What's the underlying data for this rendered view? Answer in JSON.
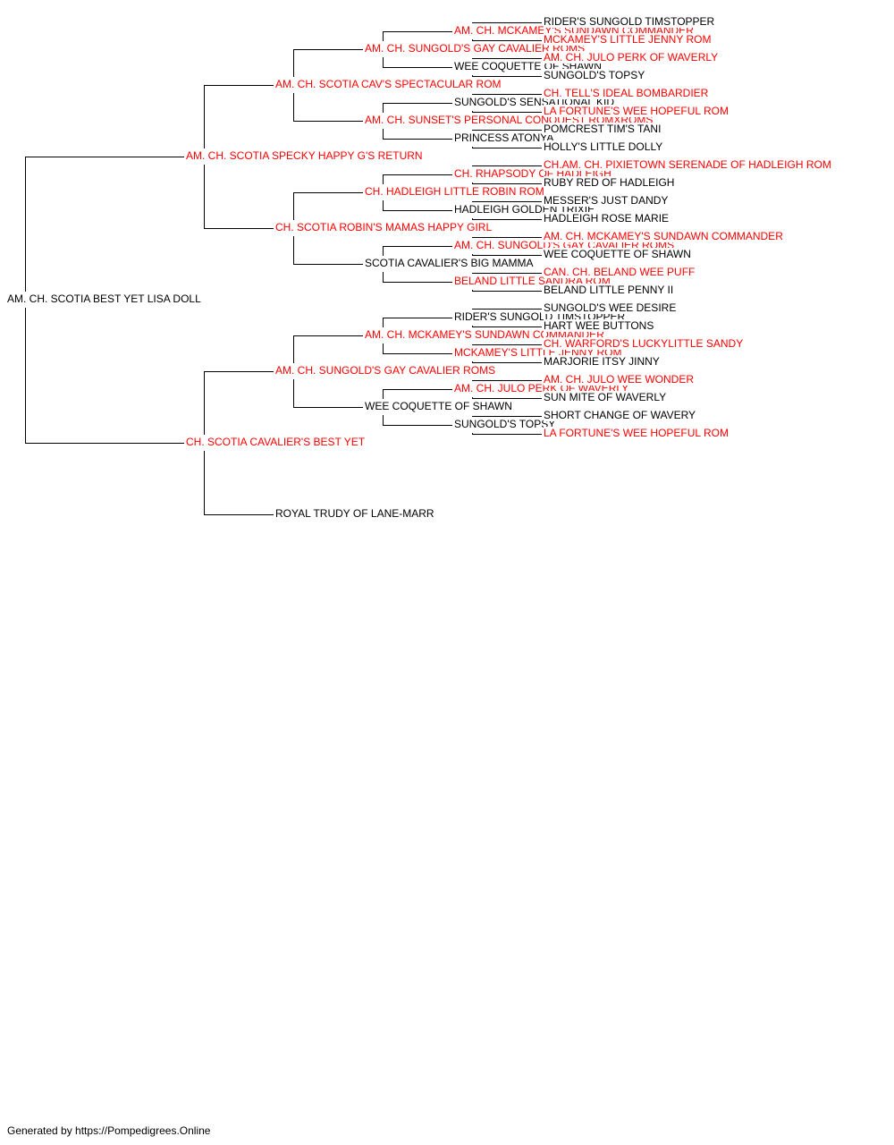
{
  "colors": {
    "champion": "#ff0000",
    "regular": "#000000",
    "line": "#000000"
  },
  "pedigree": {
    "subject": {
      "name": "AM. CH. SCOTIA BEST YET LISA DOLL",
      "champion": false
    },
    "sire": {
      "name": "AM. CH. SCOTIA SPECKY HAPPY G'S RETURN",
      "champion": true,
      "sire": {
        "name": "AM. CH. SCOTIA CAV'S SPECTACULAR ROM",
        "champion": true,
        "sire": {
          "name": "AM. CH. SUNGOLD'S GAY CAVALIER ROMS",
          "champion": true,
          "sire": {
            "name": "AM. CH. MCKAMEY'S SUNDAWN COMMANDER",
            "champion": true,
            "sire": {
              "name": "RIDER'S SUNGOLD TIMSTOPPER",
              "champion": false
            },
            "dam": {
              "name": "MCKAMEY'S LITTLE JENNY ROM",
              "champion": true
            }
          },
          "dam": {
            "name": "WEE COQUETTE OF SHAWN",
            "champion": false,
            "sire": {
              "name": "AM. CH. JULO PERK OF WAVERLY",
              "champion": true
            },
            "dam": {
              "name": "SUNGOLD'S TOPSY",
              "champion": false
            }
          }
        },
        "dam": {
          "name": "AM. CH. SUNSET'S PERSONAL CONQUEST ROMXROMS",
          "champion": true,
          "sire": {
            "name": "SUNGOLD'S SENSATIONAL KID",
            "champion": false,
            "sire": {
              "name": "CH. TELL'S IDEAL BOMBARDIER",
              "champion": true
            },
            "dam": {
              "name": "LA FORTUNE'S WEE HOPEFUL ROM",
              "champion": true
            }
          },
          "dam": {
            "name": "PRINCESS ATONYA",
            "champion": false,
            "sire": {
              "name": "POMCREST TIM'S TANI",
              "champion": false
            },
            "dam": {
              "name": "HOLLY'S LITTLE DOLLY",
              "champion": false
            }
          }
        }
      },
      "dam": {
        "name": "CH. SCOTIA ROBIN'S MAMAS HAPPY GIRL",
        "champion": true,
        "sire": {
          "name": "CH. HADLEIGH LITTLE ROBIN ROM",
          "champion": true,
          "sire": {
            "name": "CH. RHAPSODY OF HADLEIGH",
            "champion": true,
            "sire": {
              "name": "CH.AM. CH. PIXIETOWN SERENADE OF HADLEIGH ROM",
              "champion": true
            },
            "dam": {
              "name": "RUBY RED OF HADLEIGH",
              "champion": false
            }
          },
          "dam": {
            "name": "HADLEIGH GOLDEN TRIXIE",
            "champion": false,
            "sire": {
              "name": "MESSER'S JUST DANDY",
              "champion": false
            },
            "dam": {
              "name": "HADLEIGH ROSE MARIE",
              "champion": false
            }
          }
        },
        "dam": {
          "name": "SCOTIA CAVALIER'S BIG MAMMA",
          "champion": false,
          "sire": {
            "name": "AM. CH. SUNGOLD'S GAY CAVALIER ROMS",
            "champion": true,
            "sire": {
              "name": "AM. CH. MCKAMEY'S SUNDAWN COMMANDER",
              "champion": true
            },
            "dam": {
              "name": "WEE COQUETTE OF SHAWN",
              "champion": false
            }
          },
          "dam": {
            "name": "BELAND LITTLE SANDRA ROM",
            "champion": true,
            "sire": {
              "name": "CAN. CH. BELAND WEE PUFF",
              "champion": true
            },
            "dam": {
              "name": "BELAND LITTLE PENNY II",
              "champion": false
            }
          }
        }
      }
    },
    "dam": {
      "name": "CH. SCOTIA CAVALIER'S BEST YET",
      "champion": true,
      "sire": {
        "name": "AM. CH. SUNGOLD'S GAY CAVALIER ROMS",
        "champion": true,
        "sire": {
          "name": "AM. CH. MCKAMEY'S SUNDAWN COMMANDER",
          "champion": true,
          "sire": {
            "name": "RIDER'S SUNGOLD TIMSTOPPER",
            "champion": false,
            "sire": {
              "name": "SUNGOLD'S WEE DESIRE",
              "champion": false
            },
            "dam": {
              "name": "HART WEE BUTTONS",
              "champion": false
            }
          },
          "dam": {
            "name": "MCKAMEY'S LITTLE JENNY ROM",
            "champion": true,
            "sire": {
              "name": "CH. WARFORD'S LUCKYLITTLE SANDY",
              "champion": true
            },
            "dam": {
              "name": "MARJORIE ITSY JINNY",
              "champion": false
            }
          }
        },
        "dam": {
          "name": "WEE COQUETTE OF SHAWN",
          "champion": false,
          "sire": {
            "name": "AM. CH. JULO PERK OF WAVERLY",
            "champion": true,
            "sire": {
              "name": "AM. CH. JULO WEE WONDER",
              "champion": true
            },
            "dam": {
              "name": "SUN MITE OF WAVERLY",
              "champion": false
            }
          },
          "dam": {
            "name": "SUNGOLD'S TOPSY",
            "champion": false,
            "sire": {
              "name": "SHORT CHANGE OF WAVERY",
              "champion": false
            },
            "dam": {
              "name": "LA FORTUNE'S WEE HOPEFUL ROM",
              "champion": true
            }
          }
        }
      },
      "dam": {
        "name": "ROYAL TRUDY OF LANE-MARR",
        "champion": false
      }
    }
  },
  "footer": {
    "text": "Generated by https://Pompedigrees.Online"
  }
}
